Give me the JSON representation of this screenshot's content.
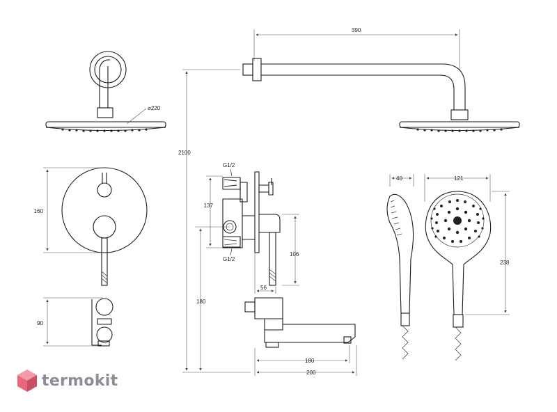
{
  "dimensions": {
    "arm_length": "390",
    "head_diameter": "⌀220",
    "total_height": "2100",
    "mixer_diameter": "160",
    "mixer_depth": "90",
    "inlet_top": "G1/2",
    "inlet_bottom": "G1/2",
    "mixer_body_height": "137",
    "handle_height": "106",
    "handle_offset": "56",
    "spout_height": "180",
    "spout_length": "180",
    "spout_total": "200",
    "handshower_thickness": "40",
    "handshower_width": "121",
    "handshower_length": "238"
  },
  "brand": {
    "name": "termokit",
    "color": "#e8677a"
  }
}
